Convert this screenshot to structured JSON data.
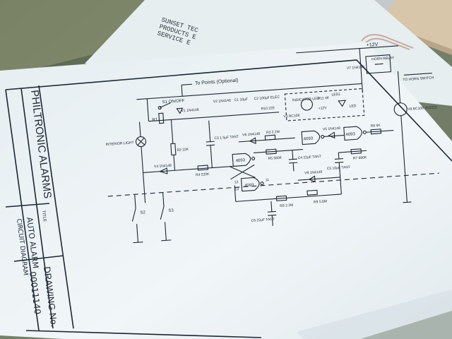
{
  "colors": {
    "desk": "#6f775f",
    "sheet": "#eef4f6",
    "ink": "#1c2733",
    "back_paper": "#e7eeef",
    "wood": "#d9c8ad"
  },
  "title_block": {
    "company": "PHILTRONIC ALARMS",
    "title_label": "TITLE",
    "title_line1": "AUTO ALARM",
    "title_line2": "CIRCUIT DIAGRAM",
    "drawing_label": "DRAWING No.",
    "drawing_number": "00011140"
  },
  "back_sheet": {
    "line1": "SUNSET TEC",
    "line2": "PRODUCTS E",
    "line3": "SERVICE E"
  },
  "schematic": {
    "to_points": "To Points (Optional)",
    "plus12v": "+12V",
    "s1": "S1 ON/OFF",
    "r1": "R1",
    "v1": "V1 1N4148",
    "v2": "V2 1N4148",
    "c1": "C1 10μF",
    "c2": "C2 100μF ELEC",
    "r10": "R10 220",
    "indicator_led": "INDICATOR LED",
    "led1": "LED1",
    "v3": "V3 BC108",
    "r11": "R11 4K",
    "plus12v_b": "+12V",
    "led": "LED",
    "v7": "V7 1N4148",
    "horn_relay": "HORN RELAY",
    "to_horn_switch": "TO HORN SWITCH",
    "v8": "V8 BC108 2N2222",
    "r6": "R6 5K",
    "r7": "R7 680K",
    "c5": "C5 10μF TANT",
    "interior_light": "INTERIOR LIGHT",
    "r2": "R2 22K",
    "v4": "V4 1N4148",
    "c3": "C3 1.5μF TANT",
    "r4": "R4 220K",
    "ic_a": "4093",
    "v6": "V6 1N4148",
    "r3": "R3 2.2M",
    "r5": "R5 560K",
    "c4": "C4 22μF TANT",
    "ic_b": "4093",
    "v5": "V5 1N4148",
    "ic_c": "4093",
    "pin12": "12",
    "pin13": "13",
    "pin11": "11",
    "ic_d": "4093",
    "v9": "V9 1N4148",
    "r9": "R9 5.6M",
    "r8": "R8 2.2M",
    "c6": "C6 22μF TANT",
    "s2": "S2",
    "s3": "S3"
  }
}
